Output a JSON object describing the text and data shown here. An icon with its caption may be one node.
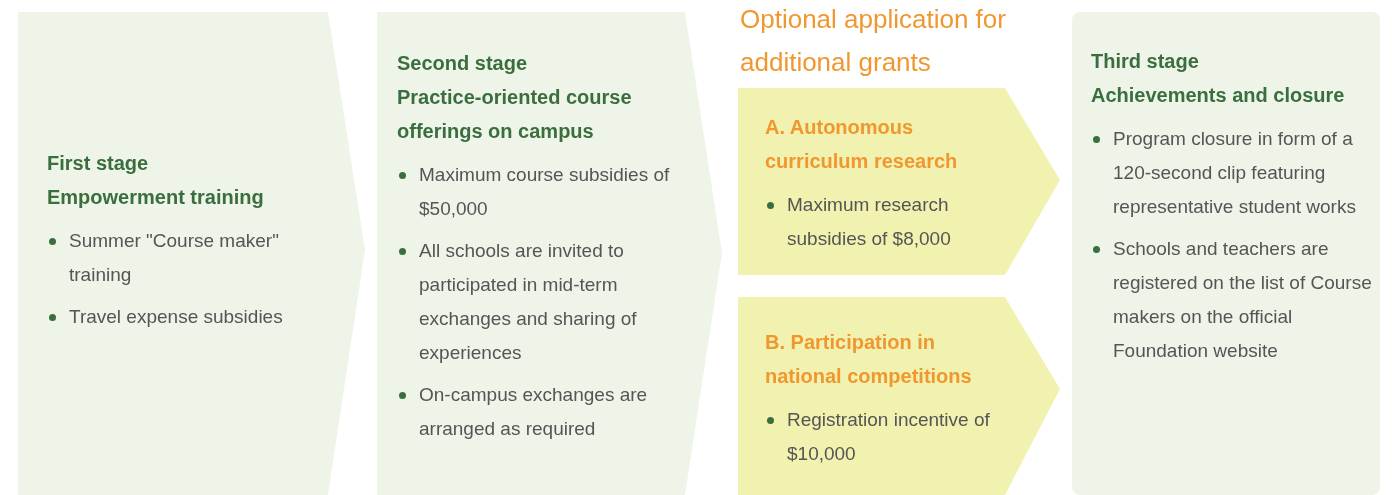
{
  "diagram": {
    "nodes": [
      {
        "text": [
          "First stage",
          "Empowerment training",
          "Summer \"Course maker\" training",
          "Travel expense subsidies"
        ]
      },
      {
        "text": [
          "Second stage",
          "Practice-oriented course offerings on campus",
          "Maximum course subsidies of $50,000",
          "All schools are invited to participated in mid-term exchanges and sharing of experiences",
          "On-campus exchanges are arranged as required"
        ]
      },
      {
        "text": [
          "A. Autonomous curriculum research",
          "Maximum research subsidies of $8,000"
        ]
      },
      {
        "text": [
          "B. Participation in national competitions",
          "Registration incentive of $10,000"
        ]
      },
      {
        "text": [
          "Third stage",
          "Achievements and closure",
          "Program closure in form of a 120-second clip featuring representative student works",
          "Schools and teachers are registered on the list of Course makers on the official Foundation website"
        ]
      }
    ],
    "labels": [
      "Optional application for additional grants"
    ]
  }
}
